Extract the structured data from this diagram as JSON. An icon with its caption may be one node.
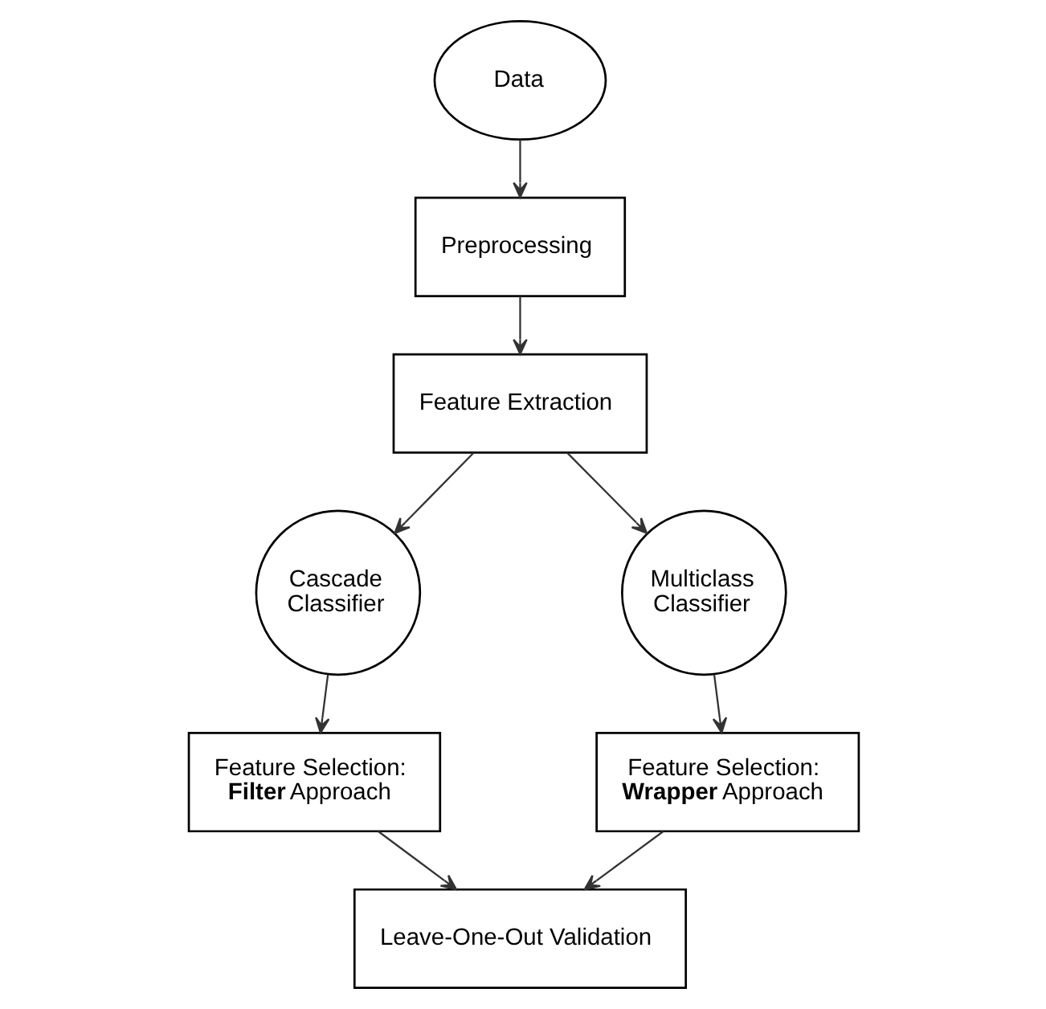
{
  "diagram": {
    "nodes": [
      {
        "text": [
          "Data"
        ]
      },
      {
        "text": [
          "Preprocessing"
        ]
      },
      {
        "text": [
          "Feature Extraction"
        ]
      },
      {
        "text": [
          "Cascade Classifier"
        ]
      },
      {
        "text": [
          "Multiclass Classifier"
        ]
      },
      {
        "text": [
          "Feature Selection: **Filter** Approach"
        ]
      },
      {
        "text": [
          "Feature Selection: **Wrapper** Approach"
        ]
      },
      {
        "text": [
          "Leave-One-Out Validation"
        ]
      }
    ],
    "edges": [
      {
        "from": 0,
        "to": 1,
        "arrow": "to"
      },
      {
        "from": 1,
        "to": 2,
        "arrow": "to"
      },
      {
        "from": 2,
        "to": 3,
        "arrow": "to"
      },
      {
        "from": 2,
        "to": 4,
        "arrow": "to"
      },
      {
        "from": 3,
        "to": 5,
        "arrow": "to"
      },
      {
        "from": 4,
        "to": 6,
        "arrow": "to"
      },
      {
        "from": 5,
        "to": 7,
        "arrow": "to"
      },
      {
        "from": 6,
        "to": 7,
        "arrow": "to"
      }
    ]
  }
}
